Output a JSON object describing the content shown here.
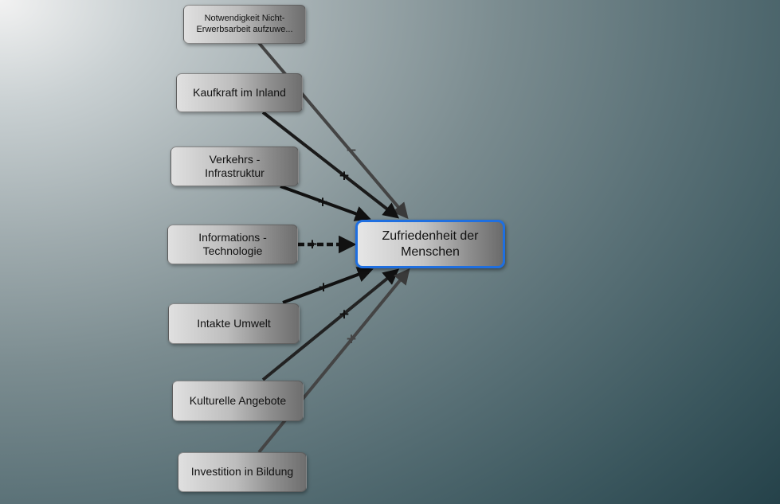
{
  "target": {
    "label": "Zufriedenheit der Menschen"
  },
  "factors": [
    {
      "label": "Notwendigkeit Nicht-Erwerbsarbeit aufzuwe...",
      "sign": "−",
      "color": "#444444"
    },
    {
      "label": "Kaufkraft im Inland",
      "sign": "+",
      "color": "#1a1a1a"
    },
    {
      "label": "Verkehrs - Infrastruktur",
      "sign": "+",
      "color": "#111111"
    },
    {
      "label": "Informations - Technologie",
      "sign": "+",
      "color": "#111111"
    },
    {
      "label": "Intakte Umwelt",
      "sign": "+",
      "color": "#111111"
    },
    {
      "label": "Kulturelle Angebote",
      "sign": "+",
      "color": "#222222"
    },
    {
      "label": "Investition in Bildung",
      "sign": "+",
      "color": "#444444"
    }
  ],
  "colors": {
    "target_border": "#1f6fe0"
  }
}
